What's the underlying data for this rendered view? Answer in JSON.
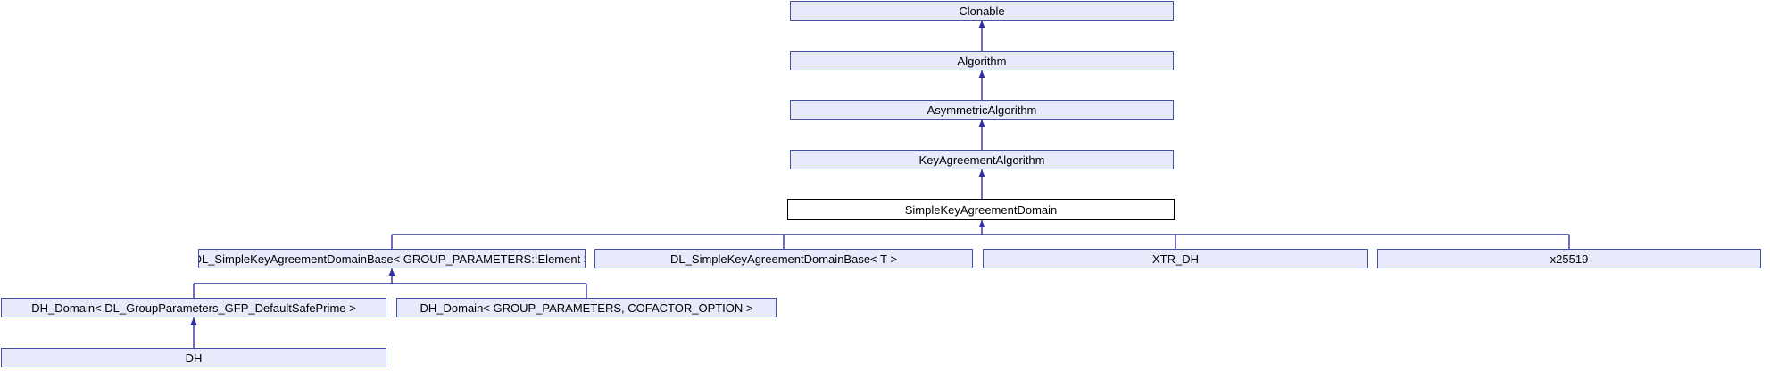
{
  "diagram": {
    "kind": "class-inheritance-graph",
    "current_class": "SimpleKeyAgreementDomain",
    "colors": {
      "background": "#ffffff",
      "node_fill": "#e8e9fa",
      "node_border": "#4152a3",
      "highlight_fill": "#ffffff",
      "highlight_border": "#000000",
      "edge": "#2f31a2",
      "text": "#000000"
    },
    "nodes": [
      {
        "id": "clonable",
        "label": "Clonable"
      },
      {
        "id": "algorithm",
        "label": "Algorithm"
      },
      {
        "id": "asymmetric-algorithm",
        "label": "AsymmetricAlgorithm"
      },
      {
        "id": "key-agreement-algorithm",
        "label": "KeyAgreementAlgorithm"
      },
      {
        "id": "simple-key-agreement-domain",
        "label": "SimpleKeyAgreementDomain"
      },
      {
        "id": "dl-simplekeyagreementdomainbase-element",
        "label": "DL_SimpleKeyAgreementDomainBase< GROUP_PARAMETERS::Element >"
      },
      {
        "id": "dl-simplekeyagreementdomainbase-t",
        "label": "DL_SimpleKeyAgreementDomainBase< T >"
      },
      {
        "id": "xtr-dh",
        "label": "XTR_DH"
      },
      {
        "id": "x25519",
        "label": "x25519"
      },
      {
        "id": "dh-domain-defaultsafeprime",
        "label": "DH_Domain< DL_GroupParameters_GFP_DefaultSafePrime >"
      },
      {
        "id": "dh-domain-cofactor",
        "label": "DH_Domain< GROUP_PARAMETERS, COFACTOR_OPTION >"
      },
      {
        "id": "dh",
        "label": "DH"
      }
    ],
    "edges": [
      {
        "from": "Algorithm",
        "to": "Clonable"
      },
      {
        "from": "AsymmetricAlgorithm",
        "to": "Algorithm"
      },
      {
        "from": "KeyAgreementAlgorithm",
        "to": "AsymmetricAlgorithm"
      },
      {
        "from": "SimpleKeyAgreementDomain",
        "to": "KeyAgreementAlgorithm"
      },
      {
        "from": "DL_SimpleKeyAgreementDomainBase< GROUP_PARAMETERS::Element >",
        "to": "SimpleKeyAgreementDomain"
      },
      {
        "from": "DL_SimpleKeyAgreementDomainBase< T >",
        "to": "SimpleKeyAgreementDomain"
      },
      {
        "from": "XTR_DH",
        "to": "SimpleKeyAgreementDomain"
      },
      {
        "from": "x25519",
        "to": "SimpleKeyAgreementDomain"
      },
      {
        "from": "DH_Domain< DL_GroupParameters_GFP_DefaultSafePrime >",
        "to": "DL_SimpleKeyAgreementDomainBase< GROUP_PARAMETERS::Element >"
      },
      {
        "from": "DH_Domain< GROUP_PARAMETERS, COFACTOR_OPTION >",
        "to": "DL_SimpleKeyAgreementDomainBase< GROUP_PARAMETERS::Element >"
      },
      {
        "from": "DH",
        "to": "DH_Domain< DL_GroupParameters_GFP_DefaultSafePrime >"
      }
    ]
  }
}
